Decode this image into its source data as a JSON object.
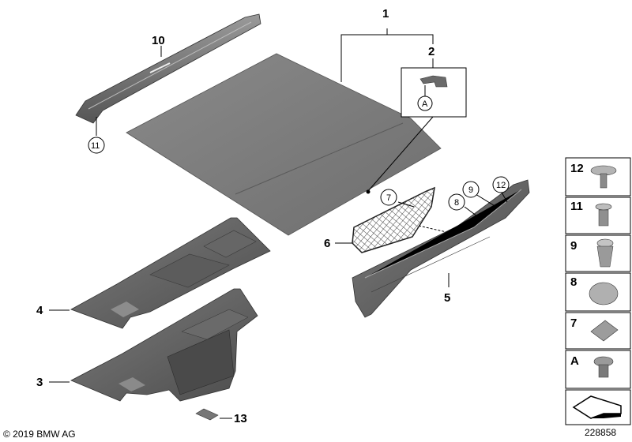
{
  "parts": {
    "p1": "1",
    "p2": "2",
    "p3": "3",
    "p4": "4",
    "p5": "5",
    "p6": "6",
    "p7": "7",
    "p8": "8",
    "p9": "9",
    "p10": "10",
    "p11": "11",
    "p12": "12",
    "p13": "13",
    "detail_a": "A"
  },
  "legend": [
    "12",
    "11",
    "9",
    "8",
    "7",
    "A"
  ],
  "footer": {
    "copyright": "© 2019 BMW AG",
    "diagram_id": "228858"
  }
}
